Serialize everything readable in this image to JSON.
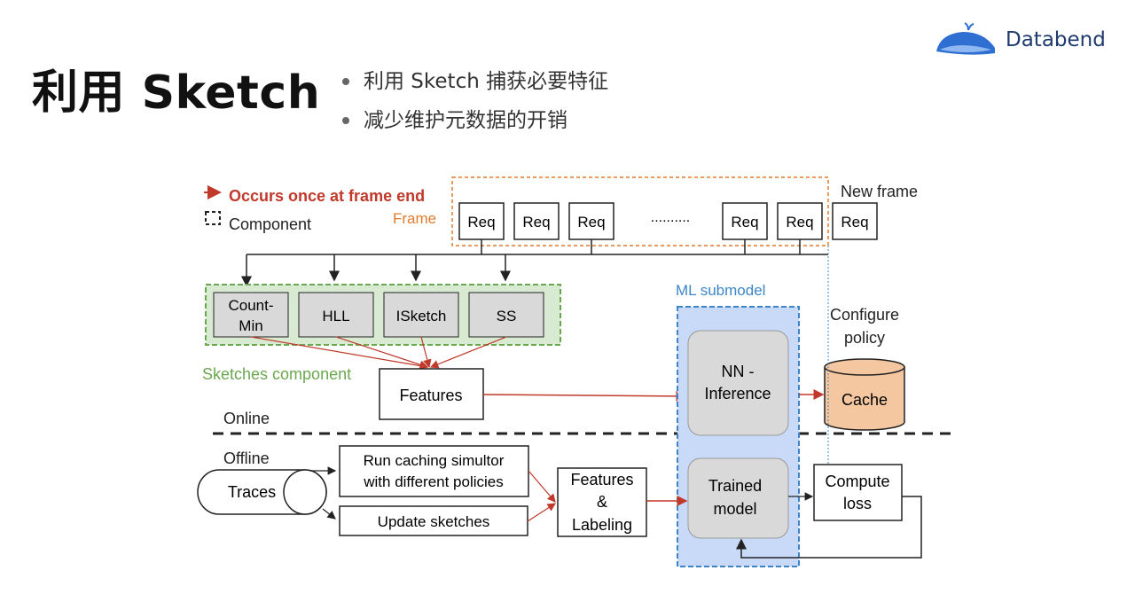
{
  "slide": {
    "title": "利用 Sketch",
    "bullets": [
      "利用 Sketch 捕获必要特征",
      "减少维护元数据的开销"
    ]
  },
  "logo": {
    "text": "Databend"
  },
  "colors": {
    "red": "#c0392b",
    "orange": "#e07b2e",
    "green": "#6aa84f",
    "green_fill": "#d9ead3",
    "blue": "#3d85c6",
    "blue_fill": "#c9daf8",
    "cache_fill": "#f4c7a1",
    "gray_fill": "#d9d9d9"
  },
  "diagram": {
    "legend": {
      "arrow_label": "Occurs once at frame end",
      "component_label": "Component"
    },
    "frame_label": "Frame",
    "new_frame_label": "New frame",
    "req_label": "Req",
    "ellipsis": "..........",
    "sketches": [
      "Count-\nMin",
      "HLL",
      "ISketch",
      "SS"
    ],
    "sketches_label": "Sketches component",
    "features": "Features",
    "online": "Online",
    "offline": "Offline",
    "ml_label": "ML submodel",
    "nn_inference": [
      "NN -",
      "Inference"
    ],
    "trained_model": [
      "Trained",
      "model"
    ],
    "configure_policy": [
      "Configure",
      "policy"
    ],
    "cache": "Cache",
    "traces": "Traces",
    "run_caching": [
      "Run caching simultor",
      "with different policies"
    ],
    "update_sketches": "Update sketches",
    "features_labeling": [
      "Features",
      "&",
      "Labeling"
    ],
    "compute_loss": [
      "Compute",
      "loss"
    ]
  }
}
